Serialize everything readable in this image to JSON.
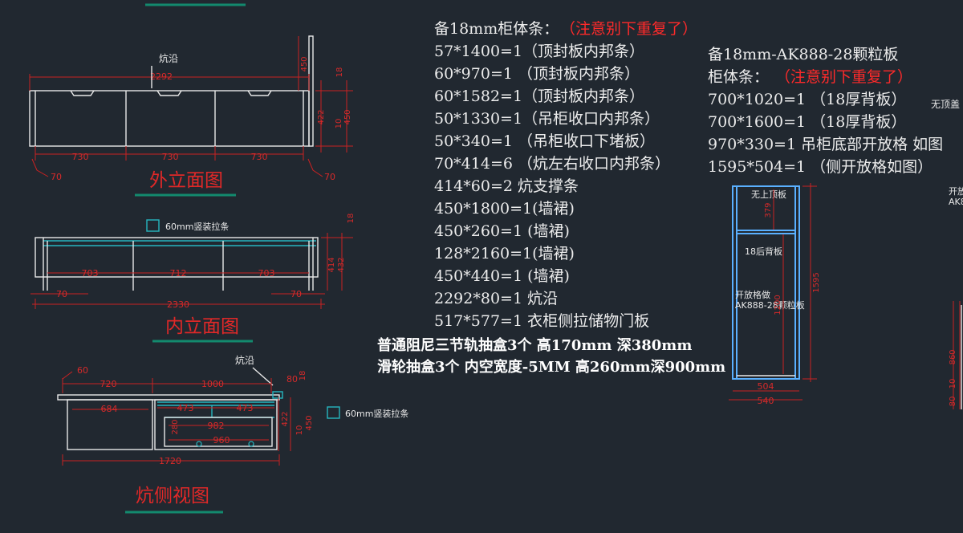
{
  "views": {
    "outer": {
      "title": "外立面图",
      "callout": "炕沿",
      "dims": {
        "total": "2292",
        "bay1": "730",
        "bay2": "730",
        "bay3": "730",
        "h_top": "450",
        "d_18": "18",
        "d_422": "422",
        "d_10": "10",
        "d_450": "450",
        "left_70": "70",
        "right_70": "70"
      }
    },
    "inner": {
      "title": "内立面图",
      "legend": "60mm竖装拉条",
      "dims": {
        "bay1": "703",
        "bay2": "712",
        "bay3": "703",
        "total": "2330",
        "left_70": "70",
        "right_70": "70",
        "d_18": "18",
        "d_414": "414",
        "d_432": "432"
      }
    },
    "side": {
      "title": "炕侧视图",
      "callout": "炕沿",
      "legend": "60mm竖装拉条",
      "dims": {
        "d_60": "60",
        "w_720": "720",
        "w_1000": "1000",
        "d_80": "80",
        "d_18": "18",
        "w_684": "684",
        "w_473a": "473",
        "w_473b": "473",
        "w_982": "982",
        "w_960": "960",
        "h_280": "280",
        "d_422": "422",
        "d_10": "10",
        "d_450": "450",
        "total": "1720"
      }
    }
  },
  "panel_list": {
    "header": "备18mm柜体条：",
    "warning": "（注意别下重复了）",
    "items": [
      "57*1400=1（顶封板内邦条）",
      "60*970=1  （顶封板内邦条）",
      "60*1582=1（顶封板内邦条）",
      "50*1330=1（吊柜收口内邦条）",
      "50*340=1  （吊柜收口下堵板）",
      "70*414=6  （炕左右收口内邦条）",
      "414*60=2  炕支撑条",
      "450*1800=1(墙裙)",
      "450*260=1 (墙裙)",
      "128*2160=1(墙裙)",
      "450*440=1 (墙裙)",
      "2292*80=1 炕沿",
      "517*577=1 衣柜侧拉储物门板"
    ],
    "note1": "普通阻尼三节轨抽盒3个   高170mm 深380mm",
    "note2": "滑轮抽盒3个  内空宽度-5MM   高260mm深900mm"
  },
  "board_list": {
    "header": "备18mm-AK888-28颗粒板",
    "sub_header": "柜体条：",
    "warning": "（注意别下重复了）",
    "items": [
      "700*1020=1  （18厚背板）",
      "700*1600=1  （18厚背板）",
      "970*330=1  吊柜底部开放格  如图",
      "1595*504=1  （侧开放格如图）"
    ]
  },
  "cabinet": {
    "top_label": "无上顶板",
    "back_label": "18后背板",
    "open_label1": "开放格做",
    "open_label2": "AK888-28颗粒板",
    "dims": {
      "h_379": "379",
      "h_1595": "1595",
      "h_1200": "1200",
      "w_504": "504",
      "w_540": "540"
    }
  },
  "edge": {
    "top_text": "无顶盖",
    "side_text1": "开放",
    "side_text2": "AK8",
    "dims": {
      "d_860": "860",
      "d_10": "10",
      "d_80": "80"
    }
  }
}
